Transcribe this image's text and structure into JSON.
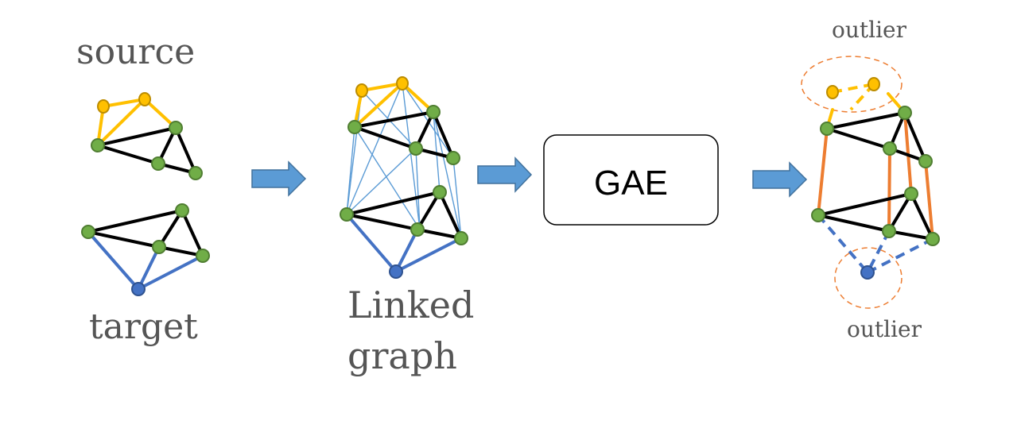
{
  "labels": {
    "source": "source",
    "target": "target",
    "linked_graph_line1": "Linked",
    "linked_graph_line2": "graph",
    "model": "GAE",
    "outlier_top": "outlier",
    "outlier_bottom": "outlier"
  },
  "colors": {
    "source_node": "#ffc000",
    "shared_node": "#70ad47",
    "target_node": "#4472c4",
    "link_edge": "#5b9bd5",
    "aligned_edge": "#ed7d31",
    "outlier_ring": "#ed7d31",
    "arrow": "#5b9bd5"
  }
}
